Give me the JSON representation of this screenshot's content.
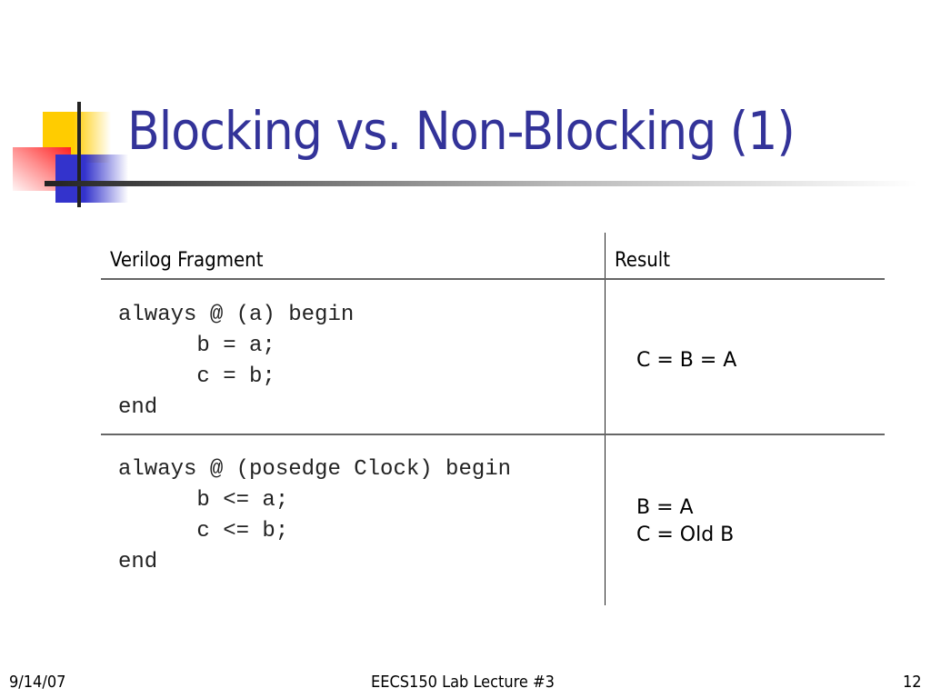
{
  "slide": {
    "title": "Blocking vs. Non-Blocking (1)",
    "colors": {
      "title": "#333399",
      "logo_yellow": "#ffcc00",
      "logo_red": "#ff2020",
      "logo_blue": "#3333cc"
    }
  },
  "table": {
    "headers": [
      "Verilog Fragment",
      "Result"
    ],
    "rows": [
      {
        "code": "always @ (a) begin\n      b = a;\n      c = b;\nend",
        "result": [
          "C = B = A"
        ]
      },
      {
        "code": "always @ (posedge Clock) begin\n      b <= a;\n      c <= b;\nend",
        "result": [
          "B = A",
          "C = Old B"
        ]
      }
    ]
  },
  "footer": {
    "date": "9/14/07",
    "center": "EECS150 Lab Lecture #3",
    "page": "12"
  }
}
